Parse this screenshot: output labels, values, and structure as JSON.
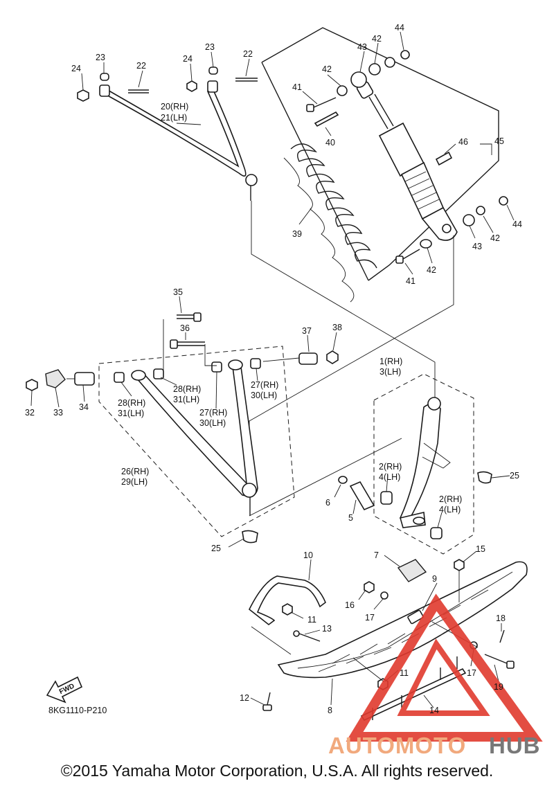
{
  "diagram": {
    "reference_code": "8KG1110-P210",
    "fwd_label": "FWD",
    "callouts": {
      "c1": "1(RH)",
      "c3": "3(LH)",
      "c2a": "2(RH)",
      "c4a": "4(LH)",
      "c2b": "2(RH)",
      "c4b": "4(LH)",
      "c5": "5",
      "c6": "6",
      "c7": "7",
      "c8": "8",
      "c9": "9",
      "c10": "10",
      "c11a": "11",
      "c11b": "11",
      "c12": "12",
      "c13": "13",
      "c14": "14",
      "c15": "15",
      "c16": "16",
      "c17a": "17",
      "c17b": "17",
      "c18": "18",
      "c19": "19",
      "c20": "20(RH)",
      "c21": "21(LH)",
      "c22a": "22",
      "c22b": "22",
      "c23a": "23",
      "c23b": "23",
      "c24a": "24",
      "c24b": "24",
      "c25a": "25",
      "c25b": "25",
      "c26": "26(RH)",
      "c29": "29(LH)",
      "c27a": "27(RH)",
      "c30a": "30(LH)",
      "c27b": "27(RH)",
      "c30b": "30(LH)",
      "c28a": "28(RH)",
      "c31a": "31(LH)",
      "c28b": "28(RH)",
      "c31b": "31(LH)",
      "c32": "32",
      "c33": "33",
      "c34": "34",
      "c35": "35",
      "c36": "36",
      "c37": "37",
      "c38": "38",
      "c39": "39",
      "c40": "40",
      "c41a": "41",
      "c41b": "41",
      "c42a": "42",
      "c42b": "42",
      "c42c": "42",
      "c42d": "42",
      "c43a": "43",
      "c43b": "43",
      "c44a": "44",
      "c44b": "44",
      "c45": "45",
      "c46": "46"
    }
  },
  "watermark": {
    "part1": "AUTOMOTO",
    "part2": "HUB",
    "color_accent": "#f0a070",
    "color_dark": "#6a6a6a",
    "color_triangle": "#e03a2e"
  },
  "footer": {
    "copyright": "©2015 Yamaha Motor Corporation, U.S.A. All rights reserved."
  }
}
